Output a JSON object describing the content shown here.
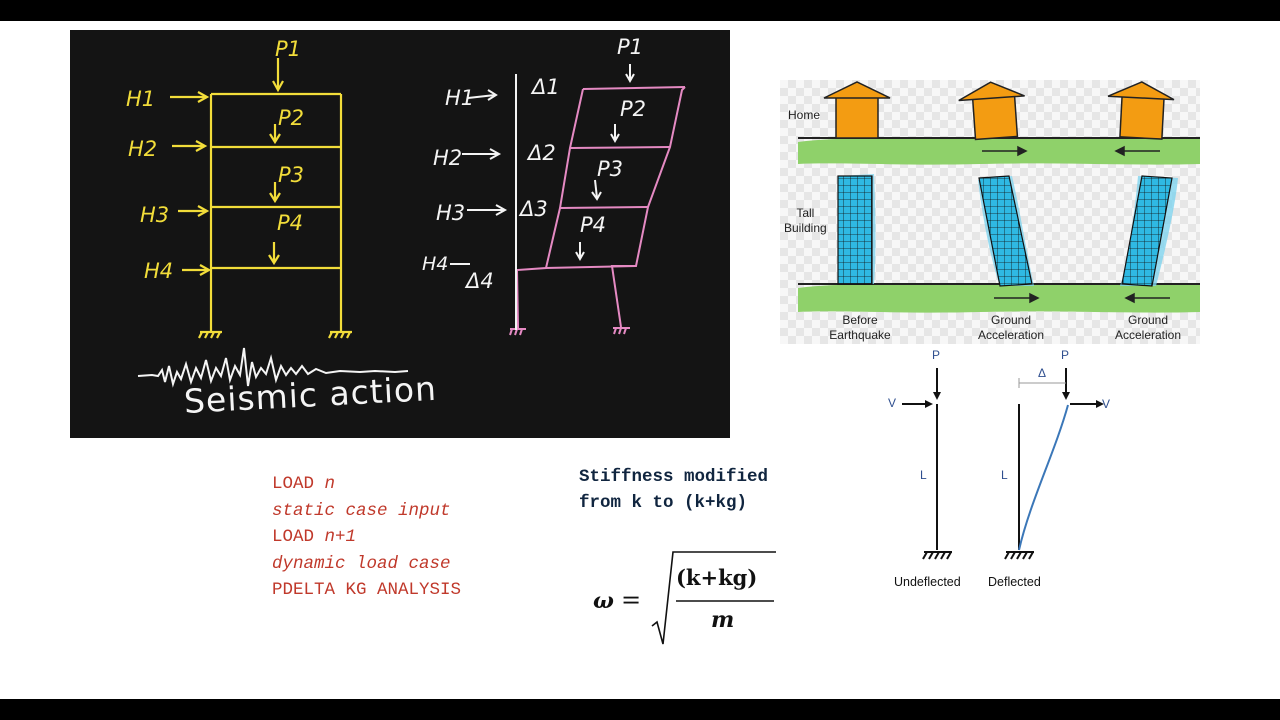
{
  "whiteboard": {
    "left_frame": {
      "horizontal_loads": [
        "H1",
        "H2",
        "H3",
        "H4"
      ],
      "vertical_loads": [
        "P1",
        "P2",
        "P3",
        "P4"
      ]
    },
    "right_frame": {
      "horizontal_loads": [
        "H1",
        "H2",
        "H3",
        "H4"
      ],
      "vertical_loads": [
        "P1",
        "P2",
        "P3",
        "P4"
      ],
      "drifts": [
        "Δ1",
        "Δ2",
        "Δ3",
        "Δ4"
      ]
    },
    "caption": "Seismic action"
  },
  "earthquake_figure": {
    "label_home": "Home",
    "label_tall_building": "Tall\nBuilding",
    "captions": [
      "Before\nEarthquake",
      "Ground\nAcceleration",
      "Ground\nAcceleration"
    ]
  },
  "staad_commands": [
    {
      "text": "LOAD n",
      "style": "mixed",
      "prefix": "LOAD ",
      "var": "n"
    },
    {
      "text": "static case input",
      "style": "italic"
    },
    {
      "text": "LOAD n+1",
      "style": "mixed",
      "prefix": "LOAD ",
      "var": "n+1"
    },
    {
      "text": "dynamic load case",
      "style": "italic"
    },
    {
      "text": "PDELTA KG ANALYSIS",
      "style": "normal"
    }
  ],
  "stiffness_note": {
    "line1": "Stiffness modified",
    "line2": "from k to (k+kg)"
  },
  "formula": {
    "lhs": "ω",
    "equals": "=",
    "numerator": "(k+kg)",
    "denominator": "m"
  },
  "pdelta_figure": {
    "label_p": "P",
    "label_v": "V",
    "label_l": "L",
    "label_delta": "Δ",
    "caption_left": "Undeflected",
    "caption_right": "Deflected"
  },
  "colors": {
    "board": "#141414",
    "yellow_frame": "#f2dd3a",
    "pink_frame": "#e58ac3",
    "code_red": "#c0392b",
    "note_navy": "#10253f",
    "house_orange": "#f39c12",
    "ground_green": "#8fd16a",
    "building_blue": "#2fb9e3"
  }
}
